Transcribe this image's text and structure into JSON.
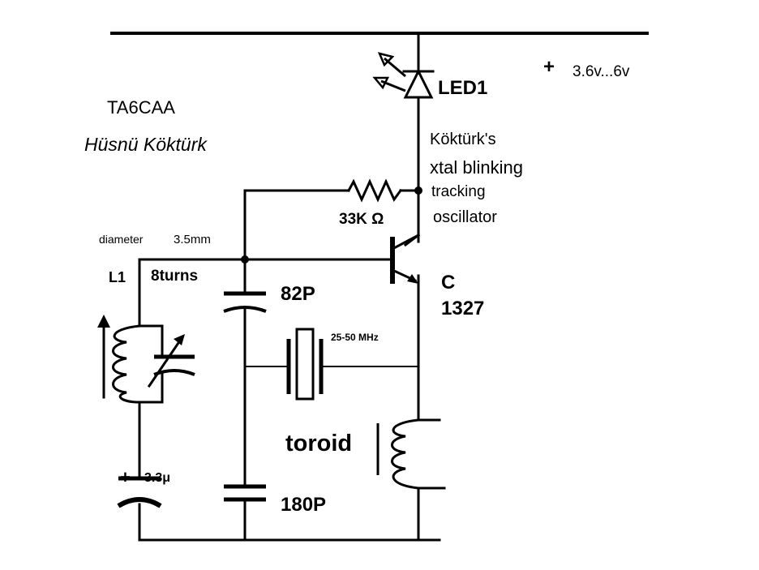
{
  "author": {
    "callsign": "TA6CAA",
    "name": "Hüsnü Köktürk"
  },
  "title": {
    "line1": "Köktürk's",
    "line2": "xtal blinking",
    "line3": "tracking",
    "line4": "oscillator"
  },
  "supply": {
    "plus": "+",
    "voltage": "3.6v...6v"
  },
  "components": {
    "led": {
      "label": "LED1"
    },
    "resistor": {
      "label": "33K Ω"
    },
    "transistor": {
      "line1": "C",
      "line2": "1327"
    },
    "coil": {
      "diameter_label": "diameter",
      "diameter_value": "3.5mm",
      "name": "L1",
      "turns": "8turns"
    },
    "cap_top": {
      "label": "82P"
    },
    "cap_bottom": {
      "label": "180P"
    },
    "crystal": {
      "label": "25-50 MHz"
    },
    "toroid": {
      "label": "toroid"
    },
    "electrolytic": {
      "plus": "+",
      "label": "3.3μ"
    }
  }
}
